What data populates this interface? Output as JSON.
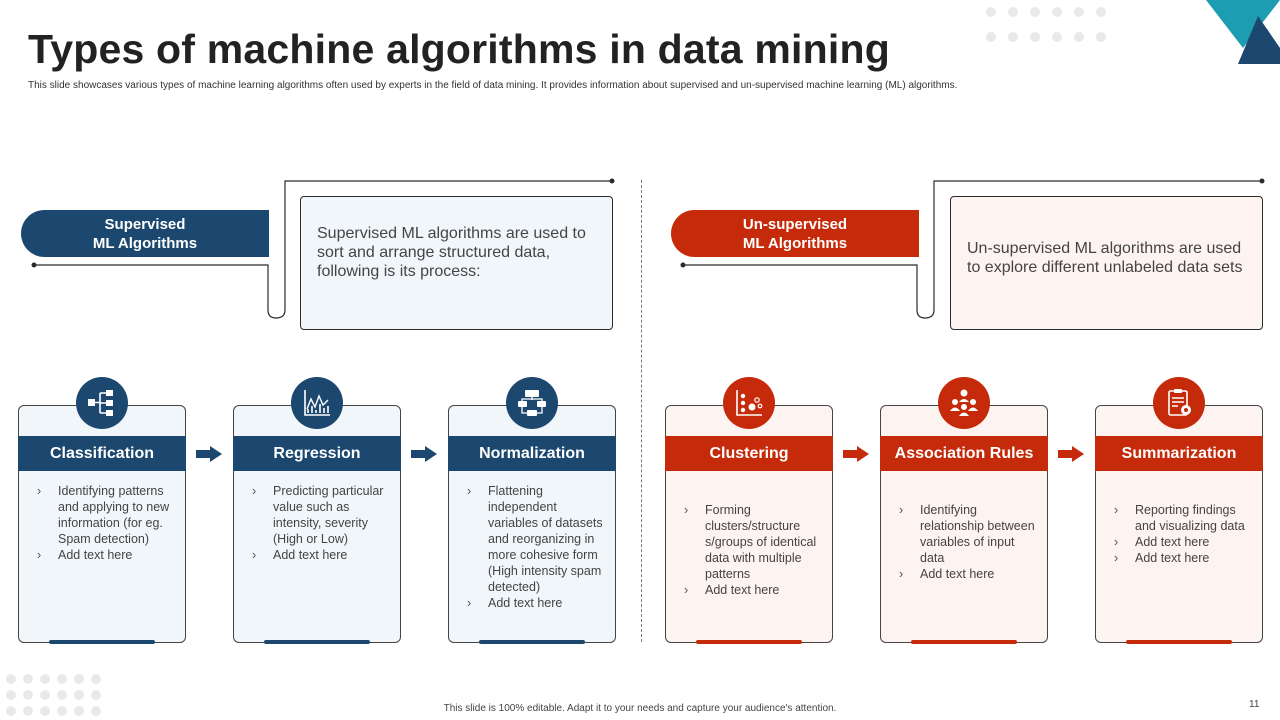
{
  "title": "Types of machine algorithms in data mining",
  "subtitle": "This slide showcases various types of machine learning algorithms often used by experts in the field of data mining.  It provides information about supervised and un-supervised machine learning (ML) algorithms.",
  "footer": "This slide is 100% editable. Adapt it to your needs and capture your audience's attention.",
  "page_number": "11",
  "colors": {
    "blue": "#1c4870",
    "red": "#c52b0a",
    "blue_bg": "#f1f6fb",
    "red_bg": "#fdf3f1",
    "teal": "#1d9db1"
  },
  "supervised": {
    "label_line1": "Supervised",
    "label_line2": "ML Algorithms",
    "description": "Supervised ML algorithms are used to sort and arrange structured  data, following is its process:",
    "cards": [
      {
        "title": "Classification",
        "icon": "hierarchy-icon",
        "items": [
          "Identifying patterns and applying to new information (for eg. Spam detection)",
          "Add text here"
        ]
      },
      {
        "title": "Regression",
        "icon": "line-chart-icon",
        "items": [
          "Predicting particular value such as intensity, severity (High  or Low)",
          "Add text here"
        ]
      },
      {
        "title": "Normalization",
        "icon": "flowchart-icon",
        "items": [
          "Flattening independent variables  of datasets and reorganizing  in more cohesive form (High intensity spam detected)",
          "Add text here"
        ]
      }
    ]
  },
  "unsupervised": {
    "label_line1": "Un-supervised",
    "label_line2": "ML Algorithms",
    "description": "Un-supervised ML algorithms are used to explore different unlabeled data sets",
    "cards": [
      {
        "title": "Clustering",
        "icon": "scatter-chart-icon",
        "items": [
          "Forming clusters/structure s/groups of identical data with multiple patterns",
          "Add text here"
        ]
      },
      {
        "title": "Association Rules",
        "icon": "team-icon",
        "items": [
          "Identifying relationship between variables of input data",
          "Add text here"
        ]
      },
      {
        "title": "Summarization",
        "icon": "report-gear-icon",
        "items": [
          "Reporting findings and visualizing data",
          "Add text here",
          "Add text here"
        ]
      }
    ]
  }
}
